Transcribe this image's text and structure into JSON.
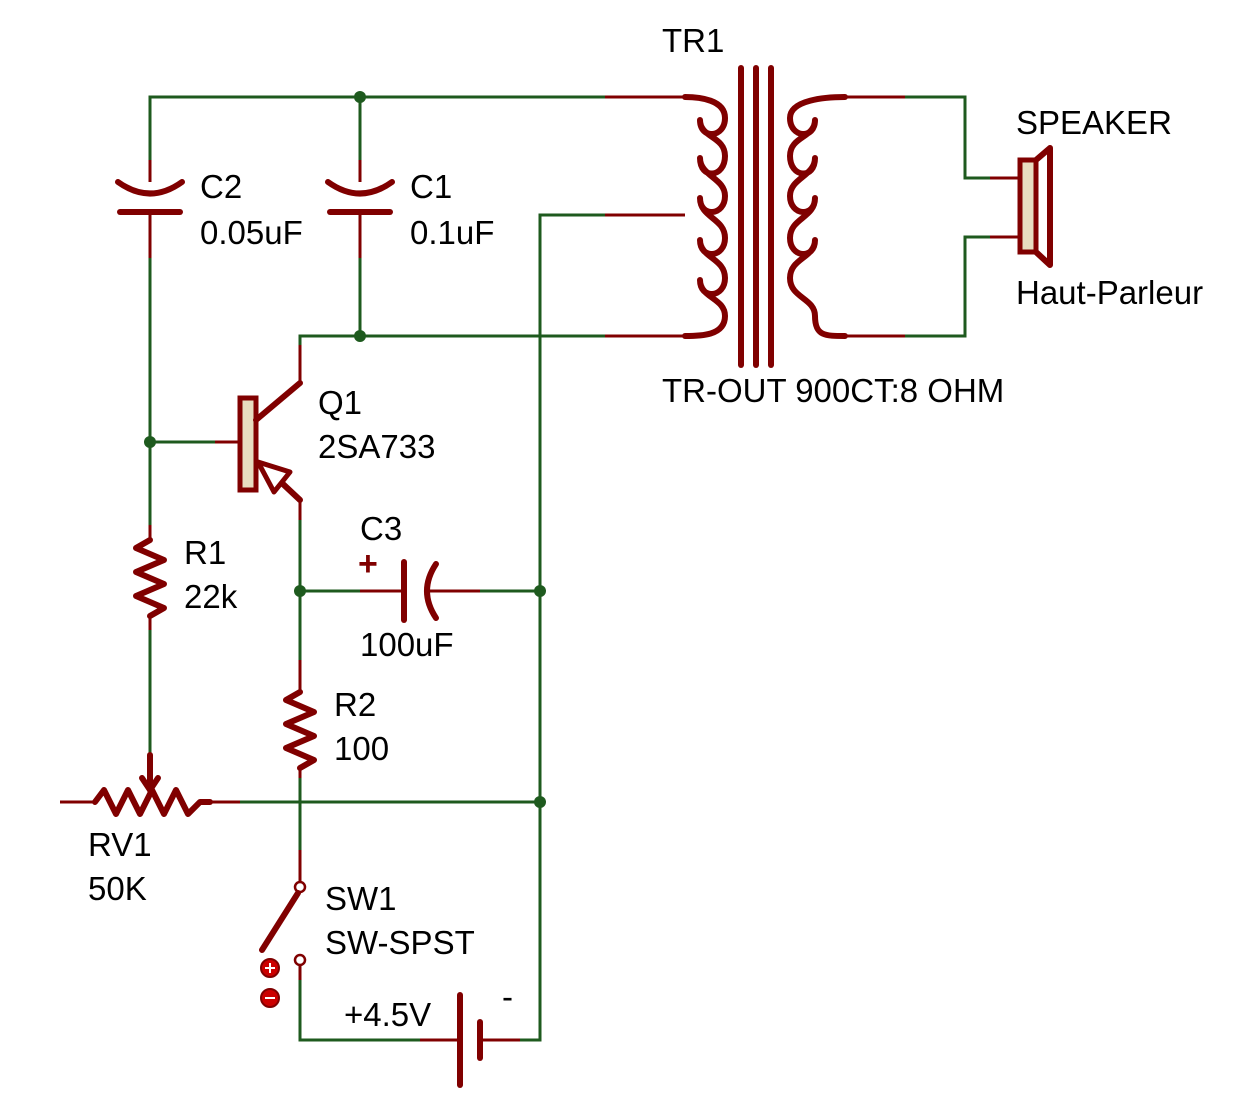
{
  "colors": {
    "wire": "#1e5a1e",
    "component": "#800000",
    "probe": "#cc0000",
    "label": "#000000"
  },
  "components": {
    "tr1": {
      "ref": "TR1",
      "value": "TR-OUT 900CT:8 OHM"
    },
    "speaker": {
      "ref": "SPEAKER",
      "value": "Haut-Parleur"
    },
    "c2": {
      "ref": "C2",
      "value": "0.05uF"
    },
    "c1": {
      "ref": "C1",
      "value": "0.1uF"
    },
    "q1": {
      "ref": "Q1",
      "value": "2SA733"
    },
    "c3": {
      "ref": "C3",
      "value": "100uF",
      "polarity": "+"
    },
    "r1": {
      "ref": "R1",
      "value": "22k"
    },
    "r2": {
      "ref": "R2",
      "value": "100"
    },
    "rv1": {
      "ref": "RV1",
      "value": "50K"
    },
    "sw1": {
      "ref": "SW1",
      "value": "SW-SPST"
    },
    "battery": {
      "voltage": "+4.5V",
      "negative": "-"
    }
  }
}
